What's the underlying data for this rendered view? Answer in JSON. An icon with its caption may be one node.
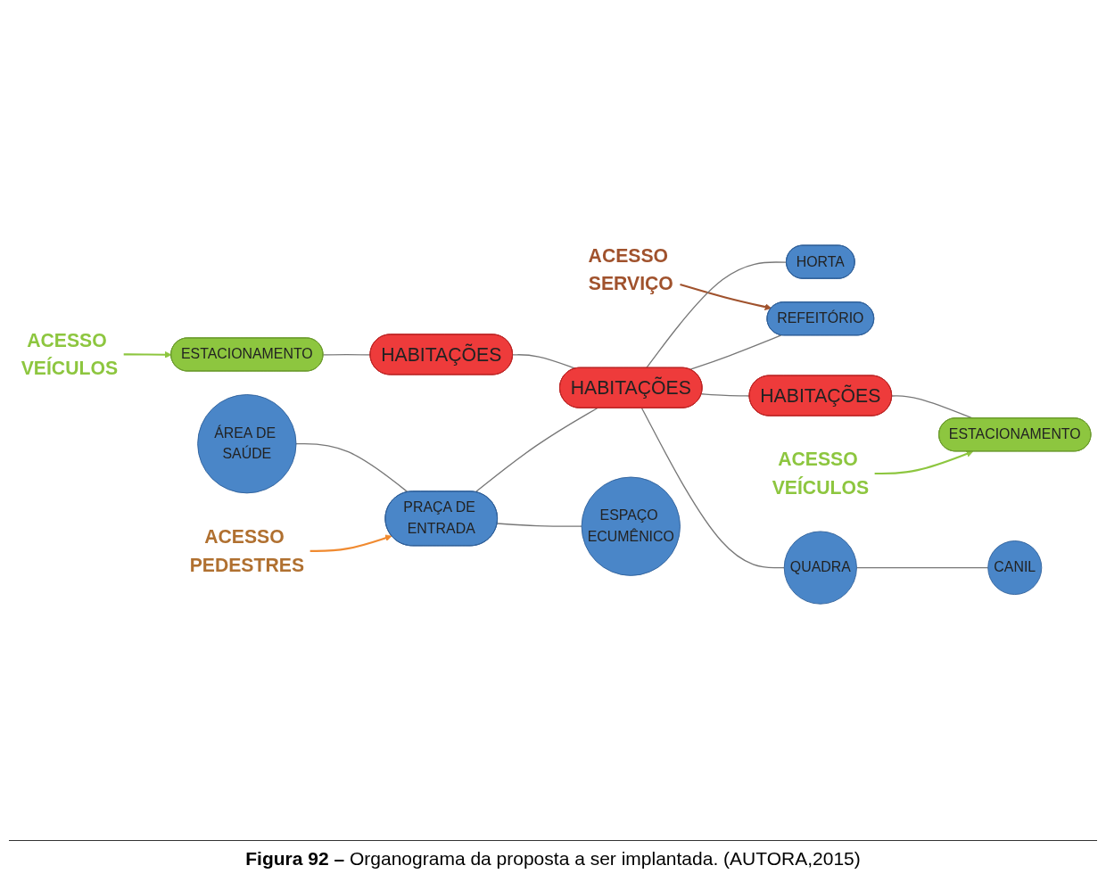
{
  "diagram": {
    "caption": "**Figura 92 –** Organograma da proposta a ser implantada. (AUTORA,2015)",
    "nodes": [
      {
        "text": [
          "ACESSO VEÍCULOS"
        ]
      },
      {
        "text": [
          "ACESSO SERVIÇO"
        ]
      },
      {
        "text": [
          "ESTACIONAMENTO"
        ]
      },
      {
        "text": [
          "HABITAÇÕES"
        ]
      },
      {
        "text": [
          "ÁREA DE SAÚDE"
        ]
      },
      {
        "text": [
          "HORTA"
        ]
      },
      {
        "text": [
          "ACESSO PEDESTRES"
        ]
      },
      {
        "text": [
          "PRAÇA DE ENTRADA"
        ]
      },
      {
        "text": [
          "HABITAÇÕES"
        ]
      },
      {
        "text": [
          "REFEITÓRIO"
        ]
      },
      {
        "text": [
          "ESPAÇO ECUMÊNICO"
        ]
      },
      {
        "text": [
          "HABITAÇÕES"
        ]
      },
      {
        "text": [
          "QUADRA"
        ]
      },
      {
        "text": [
          "CANIL"
        ]
      },
      {
        "text": [
          "ACESSO VEÍCULOS"
        ]
      },
      {
        "text": [
          "ESTACIONAMENTO"
        ]
      }
    ],
    "edges": [
      {
        "from": 0,
        "to": 2,
        "arrow": "to",
        "color": "#8dc63f"
      },
      {
        "from": 1,
        "to": 9,
        "arrow": "to",
        "color": "#a0522d"
      },
      {
        "from": 2,
        "to": 3,
        "arrow": "none"
      },
      {
        "from": 4,
        "to": 7,
        "arrow": "none"
      },
      {
        "from": 3,
        "to": 8,
        "arrow": "none"
      },
      {
        "from": 8,
        "to": 5,
        "arrow": "none"
      },
      {
        "from": 6,
        "to": 7,
        "arrow": "to",
        "color": "#f08a30"
      },
      {
        "from": 7,
        "to": 8,
        "arrow": "none"
      },
      {
        "from": 8,
        "to": 9,
        "arrow": "none"
      },
      {
        "from": 7,
        "to": 10,
        "arrow": "none"
      },
      {
        "from": 8,
        "to": 11,
        "arrow": "none"
      },
      {
        "from": 8,
        "to": 12,
        "arrow": "none"
      },
      {
        "from": 12,
        "to": 13,
        "arrow": "none"
      },
      {
        "from": 11,
        "to": 15,
        "arrow": "none"
      },
      {
        "from": 14,
        "to": 15,
        "arrow": "to",
        "color": "#8dc63f"
      }
    ]
  }
}
